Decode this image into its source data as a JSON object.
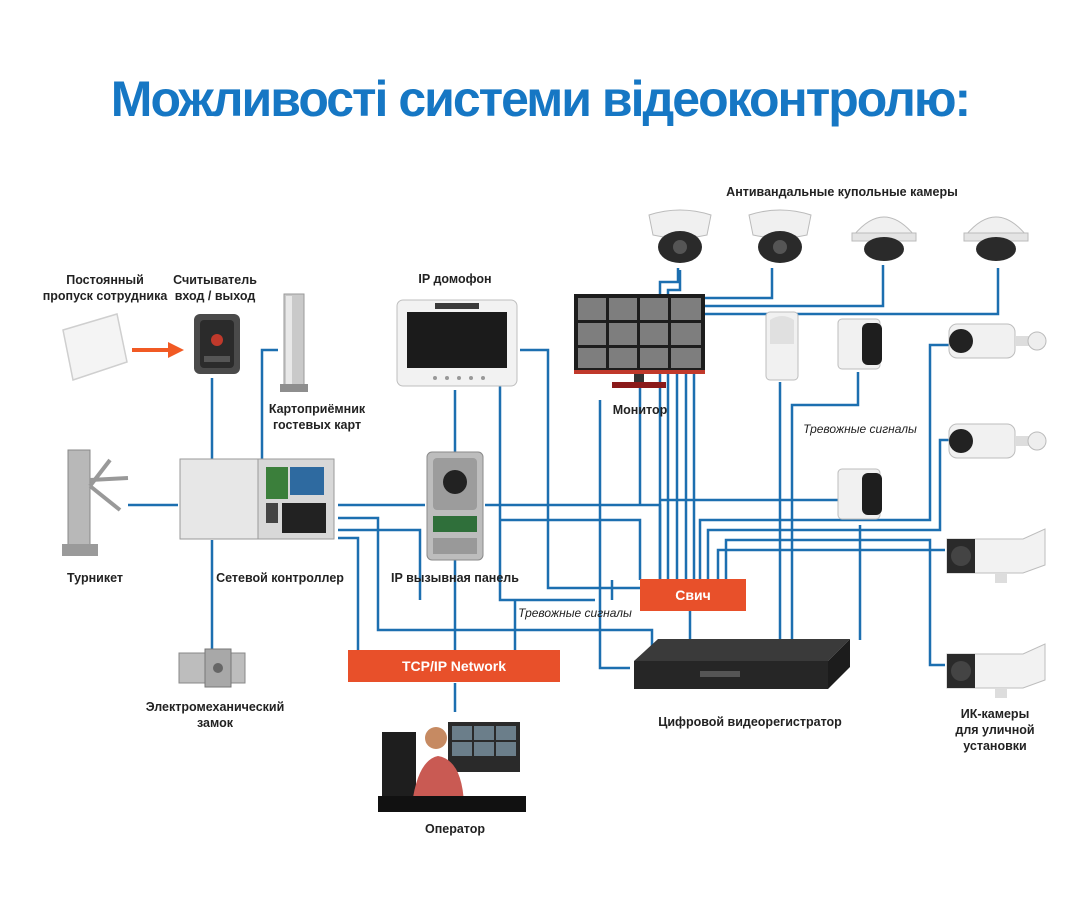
{
  "title": "Можливості системи відеоконтролю:",
  "labels": {
    "pass": "Постоянный\nпропуск сотрудника",
    "reader": "Считыватель\nвход / выход",
    "card_receiver": "Картоприёмник\nгостевых карт",
    "turnstile": "Турникет",
    "controller": "Сетевой контроллер",
    "lock": "Электромеханический\nзамок",
    "intercom": "IP домофон",
    "call_panel": "IP вызывная панель",
    "monitor": "Монитор",
    "dome_cameras": "Антивандальные купольные камеры",
    "alarm_signals_1": "Тревожные сигналы",
    "alarm_signals_2": "Тревожные сигналы",
    "dvr": "Цифровой видеорегистратор",
    "ir_cameras": "ИК-камеры\nдля уличной\nустановки",
    "operator": "Оператор"
  },
  "boxes": {
    "switch": "Свич",
    "network": "TCP/IP Network"
  },
  "colors": {
    "title": "#1677c4",
    "line": "#1c6fb0",
    "box": "#e8502a",
    "arrow": "#f15a24"
  }
}
